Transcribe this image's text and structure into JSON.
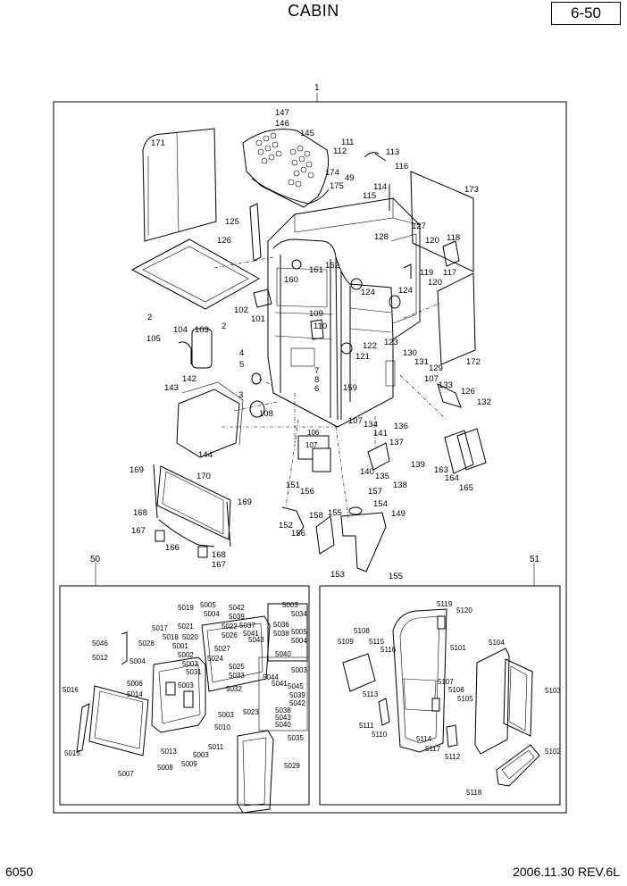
{
  "header": {
    "title": "CABIN",
    "page_ref": "6-50"
  },
  "footer": {
    "page_code": "6050",
    "date_rev": "2006.11.30  REV.6L"
  },
  "groups": {
    "main": "1",
    "left_door": "50",
    "right_door": "51"
  },
  "main_labels": [
    "147",
    "146",
    "145",
    "171",
    "111",
    "112",
    "113",
    "116",
    "173",
    "49",
    "114",
    "115",
    "174",
    "175",
    "125",
    "127",
    "128",
    "126",
    "120",
    "118",
    "161",
    "162",
    "119",
    "117",
    "120",
    "160",
    "124",
    "124",
    "2",
    "2",
    "102",
    "101",
    "109",
    "110",
    "104",
    "103",
    "105",
    "122",
    "123",
    "121",
    "130",
    "131",
    "129",
    "172",
    "4",
    "5",
    "7",
    "8",
    "6",
    "159",
    "107",
    "133",
    "126",
    "132",
    "142",
    "3",
    "143",
    "108",
    "107",
    "134",
    "136",
    "141",
    "137",
    "106",
    "107",
    "140",
    "139",
    "135",
    "138",
    "163",
    "164",
    "165",
    "144",
    "170",
    "169",
    "151",
    "156",
    "157",
    "154",
    "169",
    "155",
    "149",
    "168",
    "152",
    "158",
    "167",
    "166",
    "156",
    "168",
    "167",
    "153",
    "155"
  ],
  "left_labels": [
    "5019",
    "5005",
    "5042",
    "5003",
    "5034",
    "5004",
    "5039",
    "5021",
    "5022",
    "5036",
    "5017",
    "5018",
    "5026",
    "5038",
    "5020",
    "5037",
    "5005",
    "5043",
    "5004",
    "5046",
    "5028",
    "5001",
    "5041",
    "5040",
    "5012",
    "5004",
    "5002",
    "5027",
    "5024",
    "5003",
    "5003",
    "5025",
    "5006",
    "5031",
    "5016",
    "5014",
    "5003",
    "5033",
    "5044",
    "5045",
    "5032",
    "5039",
    "5041",
    "5042",
    "5023",
    "5038",
    "5003",
    "5043",
    "5010",
    "5040",
    "5035",
    "5011",
    "5013",
    "5003",
    "5009",
    "5015",
    "5007",
    "5008",
    "5029"
  ],
  "right_labels": [
    "5119",
    "5120",
    "5108",
    "5104",
    "5109",
    "5115",
    "5101",
    "5116",
    "5113",
    "5107",
    "5106",
    "5103",
    "5105",
    "5111",
    "5110",
    "5114",
    "5117",
    "5112",
    "5102",
    "5118"
  ]
}
